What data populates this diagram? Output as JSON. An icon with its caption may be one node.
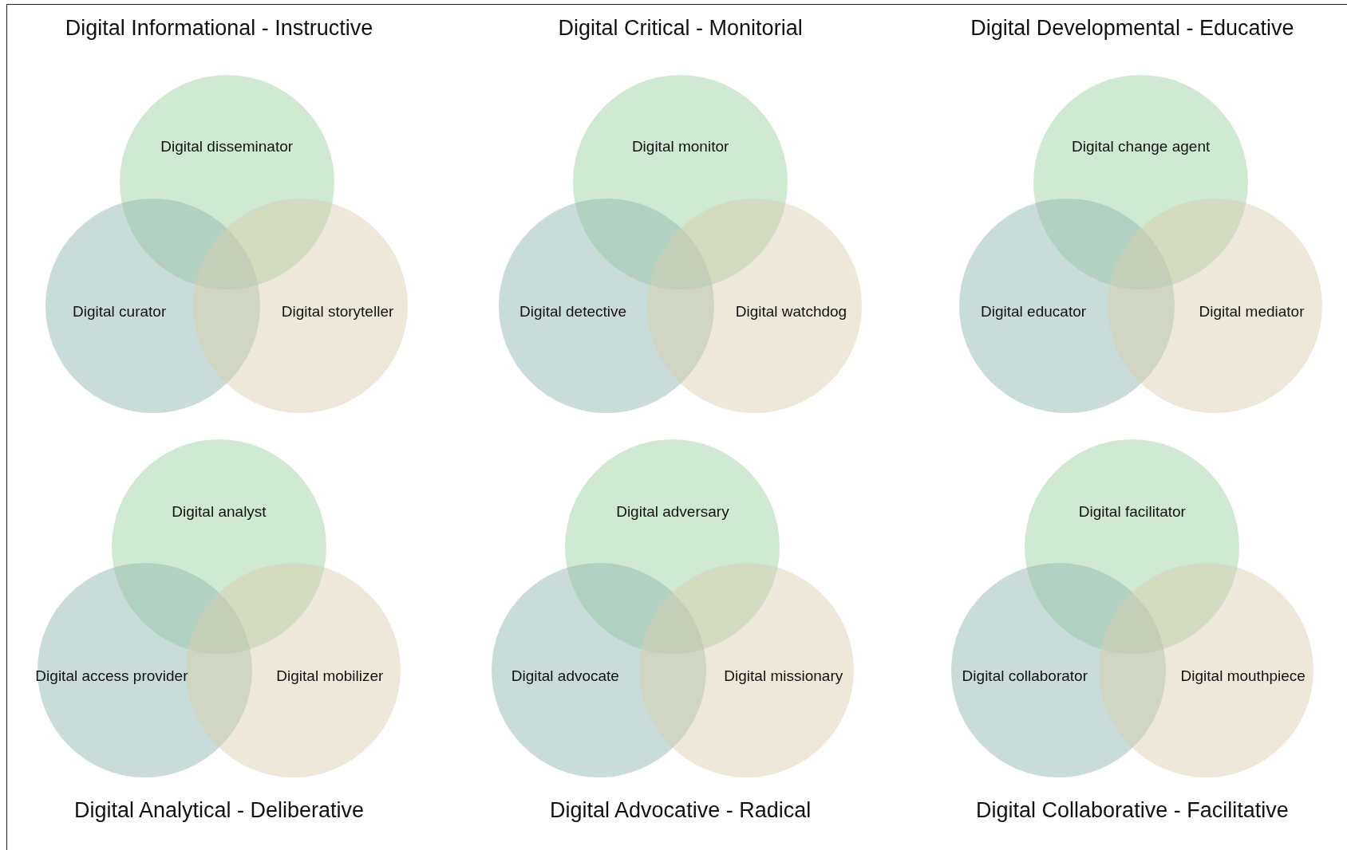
{
  "diagram": {
    "nodes": [
      {
        "text": [
          "Digital disseminator"
        ]
      },
      {
        "text": [
          "Digital curator"
        ]
      },
      {
        "text": [
          "Digital storyteller"
        ]
      },
      {
        "text": [
          "Digital monitor"
        ]
      },
      {
        "text": [
          "Digital detective"
        ]
      },
      {
        "text": [
          "Digital watchdog"
        ]
      },
      {
        "text": [
          "Digital change agent"
        ]
      },
      {
        "text": [
          "Digital educator"
        ]
      },
      {
        "text": [
          "Digital mediator"
        ]
      },
      {
        "text": [
          "Digital analyst"
        ]
      },
      {
        "text": [
          "Digital access provider"
        ]
      },
      {
        "text": [
          "Digital mobilizer"
        ]
      },
      {
        "text": [
          "Digital adversary"
        ]
      },
      {
        "text": [
          "Digital advocate"
        ]
      },
      {
        "text": [
          "Digital missionary"
        ]
      },
      {
        "text": [
          "Digital facilitator"
        ]
      },
      {
        "text": [
          "Digital collaborator"
        ]
      },
      {
        "text": [
          "Digital mouthpiece"
        ]
      }
    ],
    "labels": [
      "Digital Informational - Instructive",
      "Digital Critical - Monitorial",
      "Digital Developmental - Educative",
      "Digital Analytical - Deliberative",
      "Digital Advocative - Radical",
      "Digital Collaborative - Facilitative"
    ]
  }
}
